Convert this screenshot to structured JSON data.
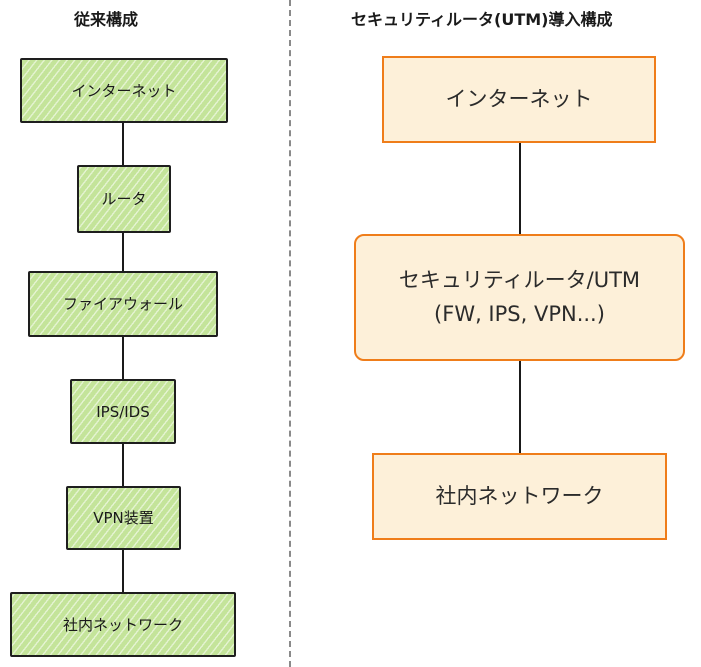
{
  "left": {
    "title": "従来構成",
    "nodes": [
      {
        "label": "インターネット"
      },
      {
        "label": "ルータ"
      },
      {
        "label": "ファイアウォール"
      },
      {
        "label": "IPS/IDS"
      },
      {
        "label": "VPN装置"
      },
      {
        "label": "社内ネットワーク"
      }
    ]
  },
  "right": {
    "title": "セキュリティルータ(UTM)導入構成",
    "nodes": [
      {
        "label": "インターネット"
      },
      {
        "label": "セキュリティルータ/UTM",
        "sublabel": "(FW, IPS, VPN...)"
      },
      {
        "label": "社内ネットワーク"
      }
    ]
  },
  "colors": {
    "left_fill": "#c4e49a",
    "left_border": "#1e1e1e",
    "right_fill": "#fdf0d9",
    "right_border": "#ef7d1a",
    "divider": "#8a8a8a"
  }
}
